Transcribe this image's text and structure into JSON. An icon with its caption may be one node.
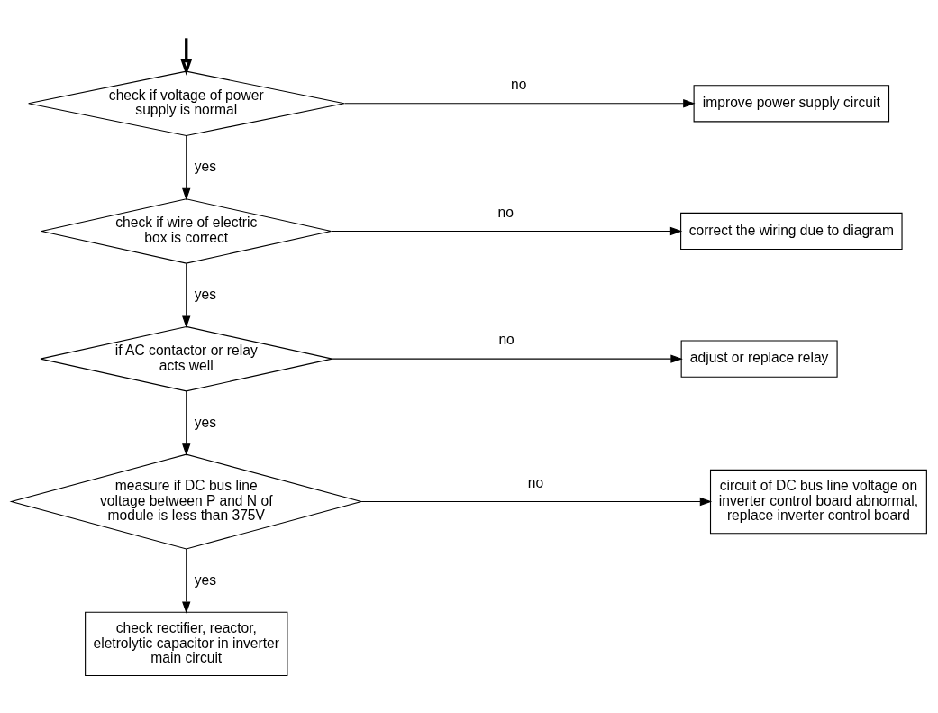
{
  "diagram": {
    "nodes": [
      {
        "text": [
          "check if voltage of power supply is normal"
        ]
      },
      {
        "text": [
          "improve power supply circuit"
        ]
      },
      {
        "text": [
          "check if wire of electric box is correct"
        ]
      },
      {
        "text": [
          "correct the wiring due to diagram"
        ]
      },
      {
        "text": [
          "if AC contactor or relay acts well"
        ]
      },
      {
        "text": [
          "adjust or replace relay"
        ]
      },
      {
        "text": [
          "measure if DC bus line voltage between P and N of module is less than 375V"
        ]
      },
      {
        "text": [
          "circuit of DC bus line voltage on inverter control board abnormal, replace inverter control board"
        ]
      },
      {
        "text": [
          "check rectifier, reactor, eletrolytic capacitor in inverter main circuit"
        ]
      }
    ],
    "edges": [
      {
        "from": null,
        "to": 0,
        "arrow": "to",
        "style": "thick"
      },
      {
        "from": 0,
        "to": 1,
        "arrow": "to",
        "label": "no"
      },
      {
        "from": 0,
        "to": 2,
        "arrow": "to",
        "label": "yes"
      },
      {
        "from": 2,
        "to": 3,
        "arrow": "to",
        "label": "no"
      },
      {
        "from": 2,
        "to": 4,
        "arrow": "to",
        "label": "yes"
      },
      {
        "from": 4,
        "to": 5,
        "arrow": "to",
        "label": "no"
      },
      {
        "from": 4,
        "to": 6,
        "arrow": "to",
        "label": "yes"
      },
      {
        "from": 6,
        "to": 7,
        "arrow": "to",
        "label": "no"
      },
      {
        "from": 6,
        "to": 8,
        "arrow": "to",
        "label": "yes"
      }
    ]
  }
}
